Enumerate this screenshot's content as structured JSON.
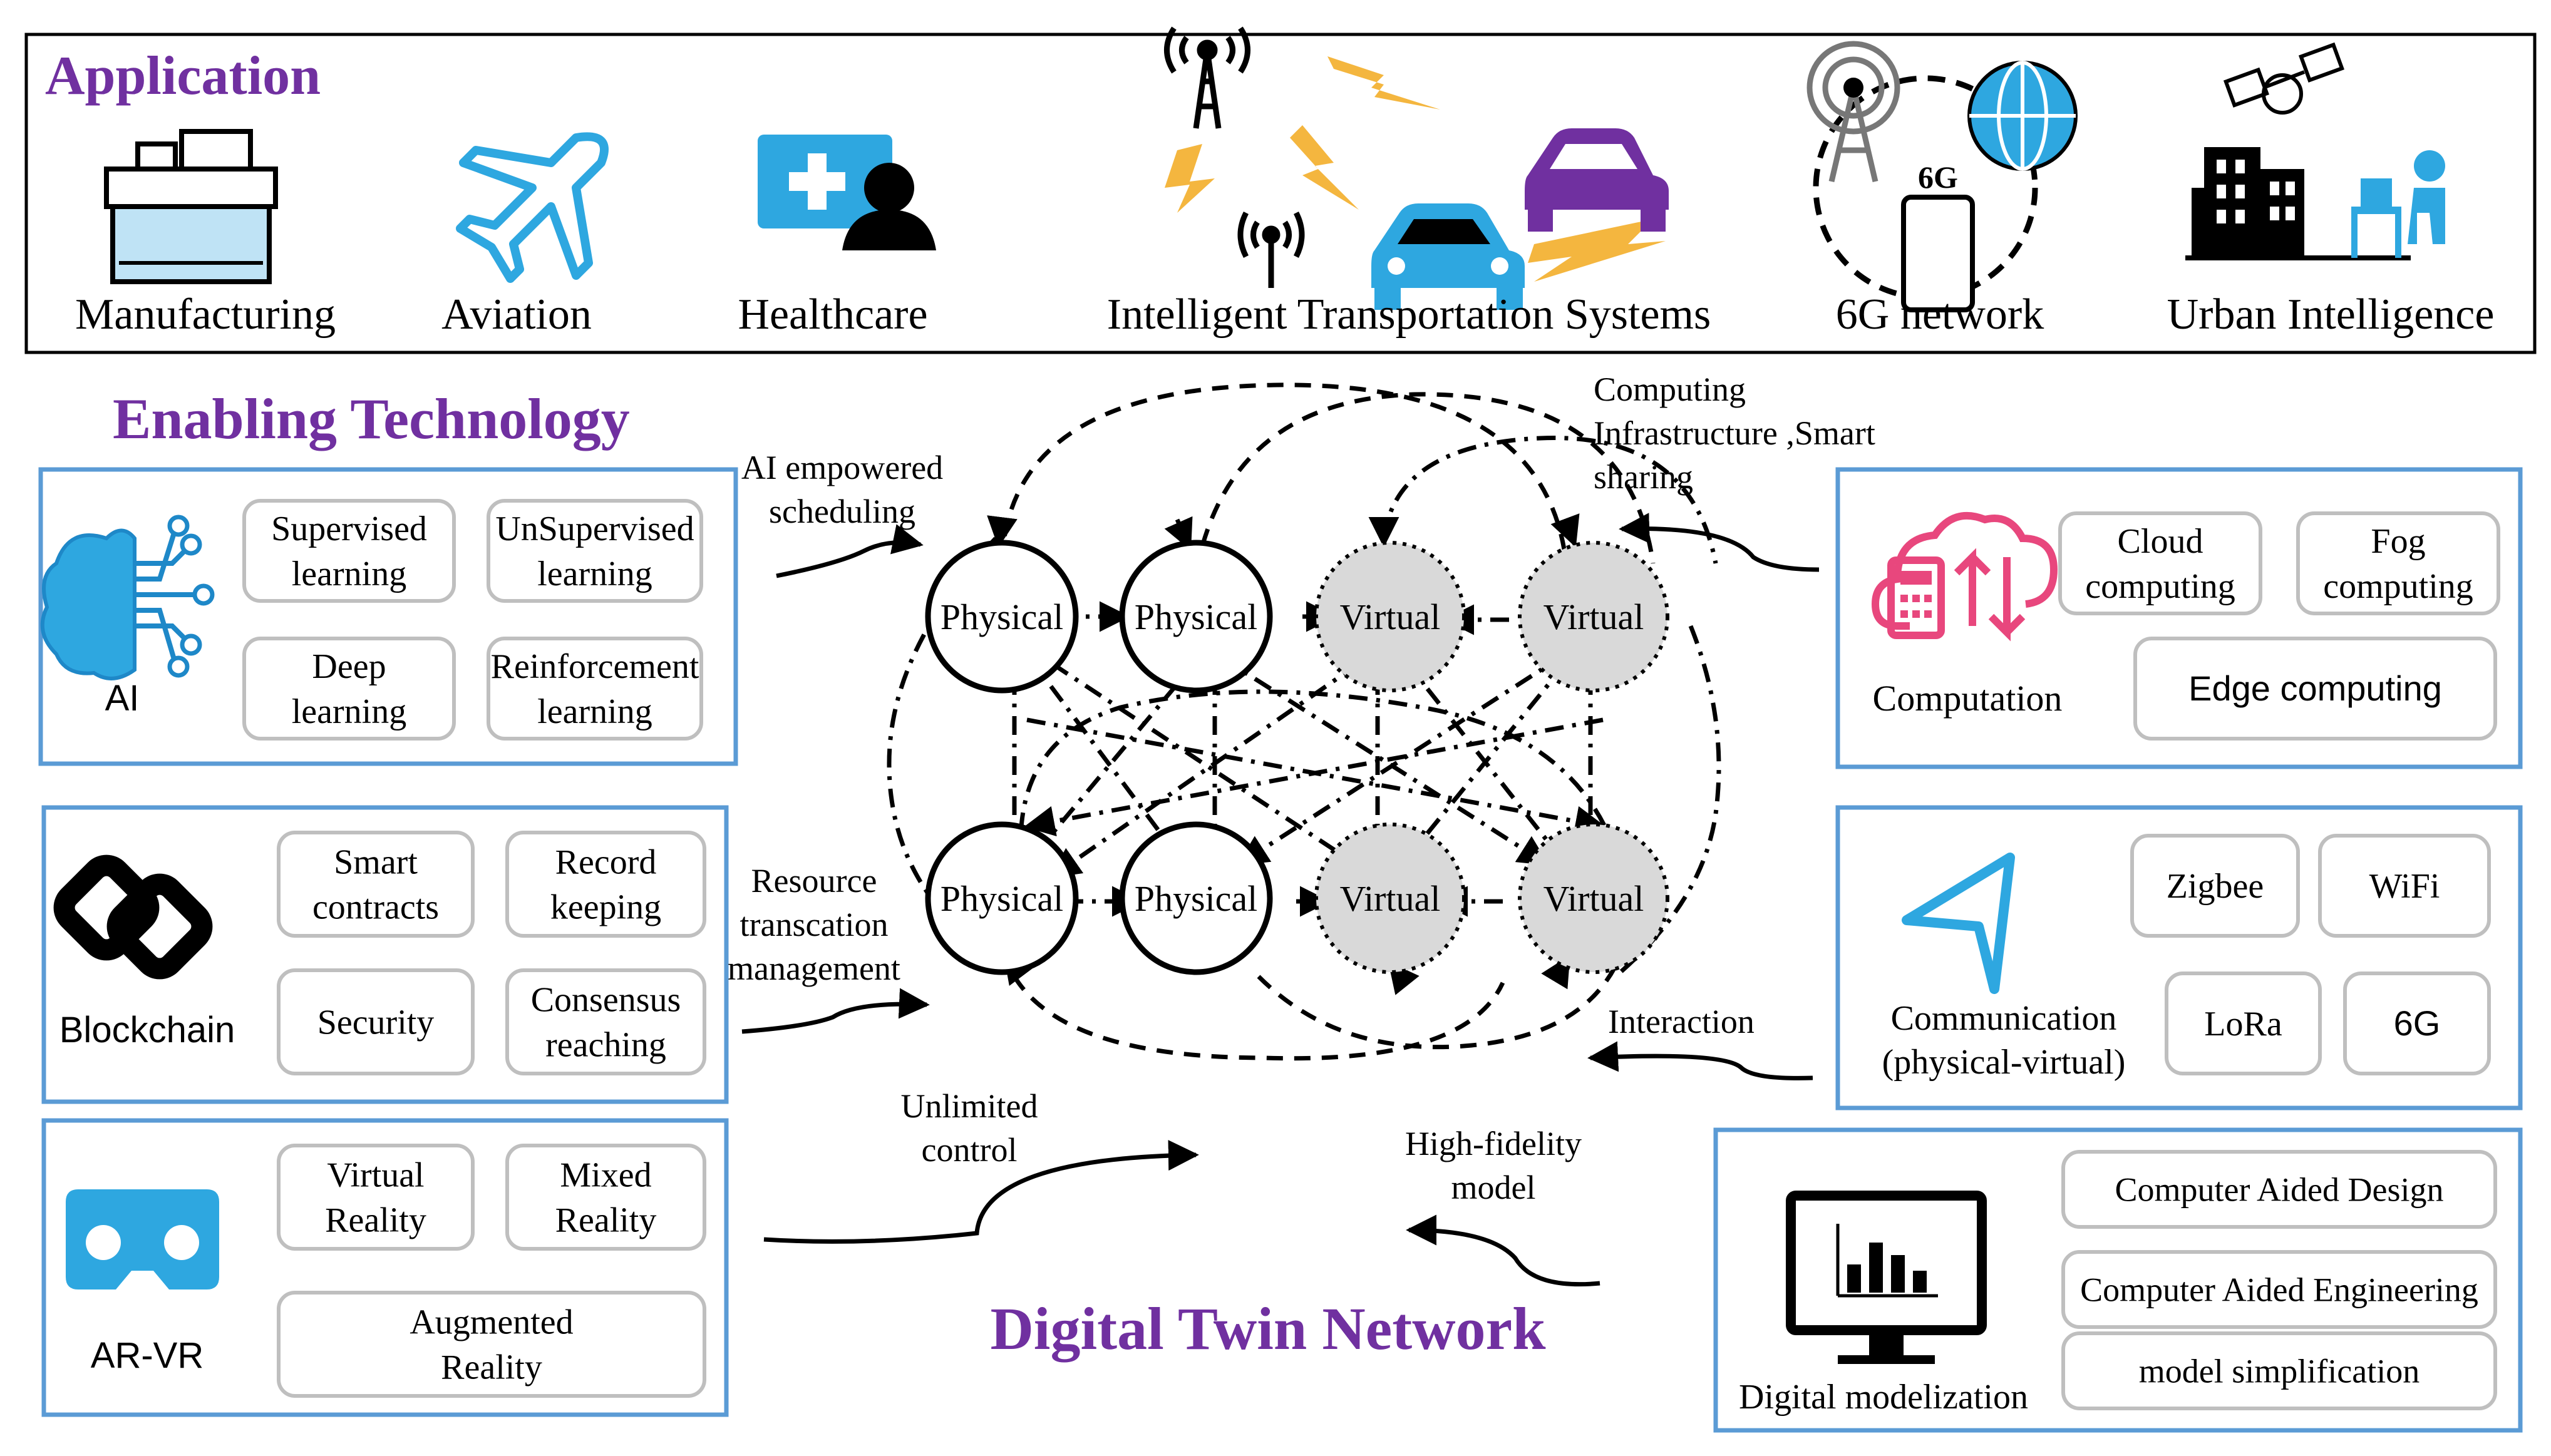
{
  "application": {
    "title": "Application",
    "items": [
      "Manufacturing",
      "Aviation",
      "Healthcare",
      "Intelligent Transportation Systems",
      "6G network",
      "Urban Intelligence"
    ],
    "sixg_badge": "6G"
  },
  "enabling": {
    "title": "Enabling Technology",
    "ai": {
      "label": "AI",
      "boxes": [
        [
          "Supervised",
          "learning"
        ],
        [
          "UnSupervised",
          "learning"
        ],
        [
          "Deep",
          "learning"
        ],
        [
          "Reinforcement",
          "learning"
        ]
      ]
    },
    "blockchain": {
      "label": "Blockchain",
      "boxes": [
        [
          "Smart",
          "contracts"
        ],
        [
          "Record",
          "keeping"
        ],
        [
          "Security"
        ],
        [
          "Consensus",
          "reaching"
        ]
      ]
    },
    "arvr": {
      "label": "AR-VR",
      "boxes": [
        [
          "Virtual",
          "Reality"
        ],
        [
          "Mixed",
          "Reality"
        ],
        [
          "Augmented",
          "Reality"
        ]
      ]
    }
  },
  "right": {
    "computation": {
      "label": "Computation",
      "boxes": [
        [
          "Cloud",
          "computing"
        ],
        [
          "Fog",
          "computing"
        ],
        [
          "Edge computing"
        ]
      ]
    },
    "communication": {
      "label": [
        "Communication",
        "(physical-virtual)"
      ],
      "boxes": [
        [
          "Zigbee"
        ],
        [
          "WiFi"
        ],
        [
          "LoRa"
        ],
        [
          "6G"
        ]
      ]
    },
    "modelization": {
      "label": "Digital modelization",
      "boxes": [
        [
          "Computer Aided Design"
        ],
        [
          "Computer Aided Engineering"
        ],
        [
          "model simplification"
        ]
      ]
    }
  },
  "network": {
    "title": "Digital Twin Network",
    "nodes": [
      "Physical",
      "Physical",
      "Virtual",
      "Virtual",
      "Physical",
      "Physical",
      "Virtual",
      "Virtual"
    ],
    "annotations": {
      "ai_sched": [
        "AI empowered",
        "scheduling"
      ],
      "computing": [
        "Computing",
        "Infrastructure ,Smart",
        "sharing"
      ],
      "resource": [
        "Resource",
        "transcation",
        "management"
      ],
      "interaction": [
        "Interaction"
      ],
      "unlimited": [
        "Unlimited",
        "control"
      ],
      "highfid": [
        "High-fidelity",
        "model"
      ]
    }
  },
  "colors": {
    "purple": "#7030a0",
    "blue": "#2ea7e0",
    "frame": "#5b9bd5",
    "virtual_fill": "#d9d9d9"
  }
}
